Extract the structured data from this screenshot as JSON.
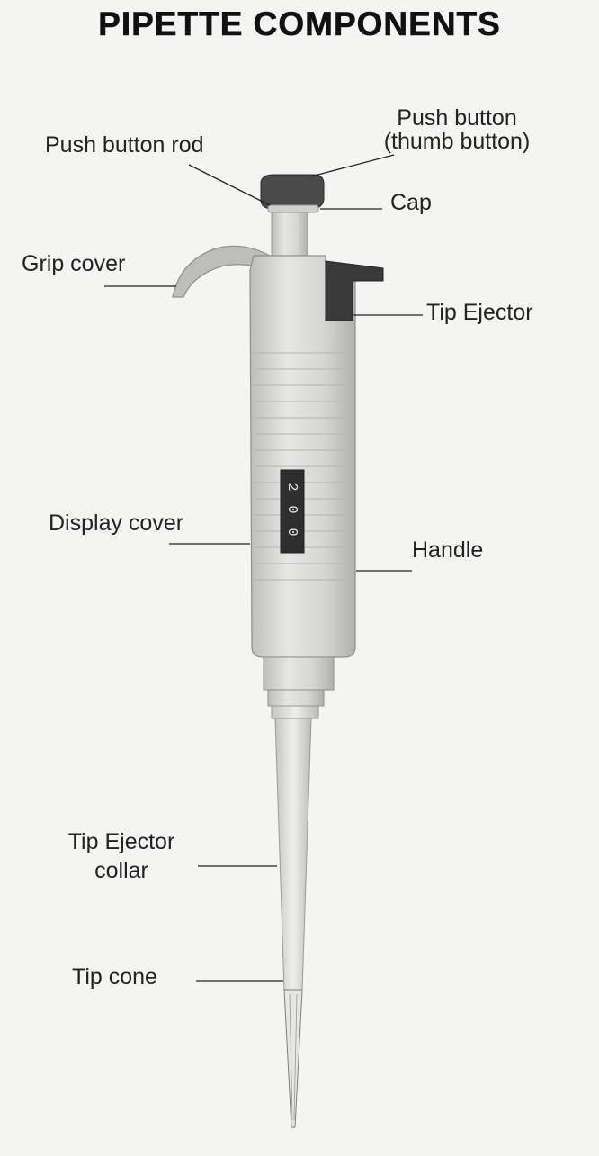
{
  "title": "PIPETTE COMPONENTS",
  "labels": {
    "push_button_rod": "Push button rod",
    "push_button_line1": "Push button",
    "push_button_line2": "(thumb button)",
    "cap": "Cap",
    "grip_cover": "Grip cover",
    "tip_ejector": "Tip Ejector",
    "display_cover": "Display cover",
    "handle": "Handle",
    "tip_ejector_collar_line1": "Tip Ejector",
    "tip_ejector_collar_line2": "collar",
    "tip_cone": "Tip cone"
  },
  "display": {
    "digits": [
      "2",
      "0",
      "0"
    ]
  },
  "colors": {
    "body": "#d9d9d7",
    "dark_part": "#3a3a3a",
    "leader": "#222222",
    "background": "#f4f4f2"
  }
}
